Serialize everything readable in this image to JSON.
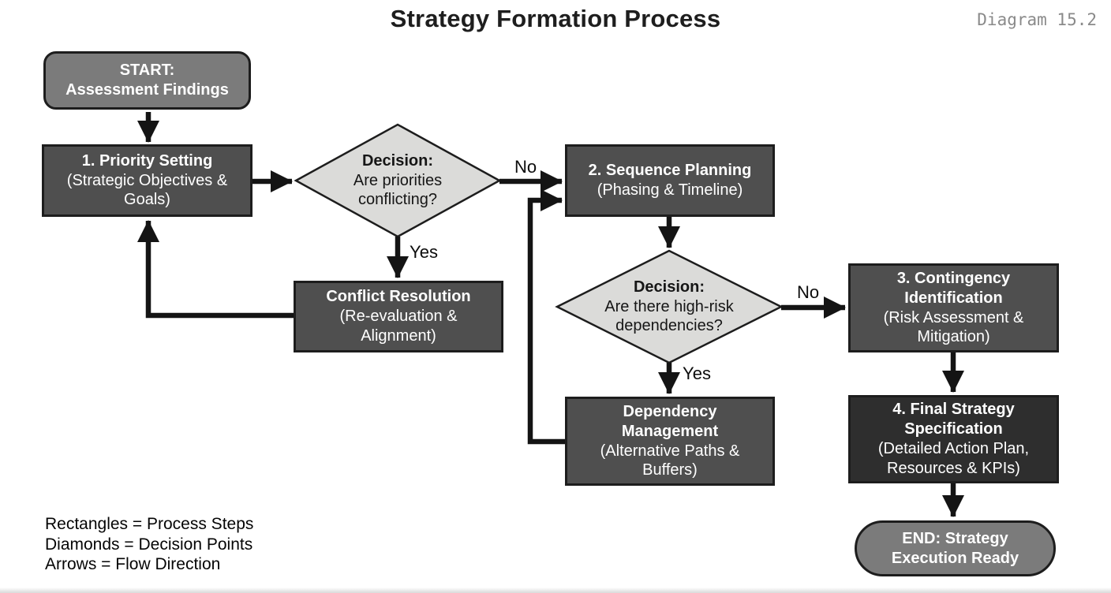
{
  "header": {
    "title": "Strategy Formation Process",
    "diagram_label": "Diagram 15.2"
  },
  "colors": {
    "background": "#ffffff",
    "process_fill": "#4f4f4f",
    "terminal_fill": "#7b7b7b",
    "final_step_fill": "#2e2e2e",
    "decision_fill": "#dbdbd9",
    "border": "#1d1d1d",
    "arrow": "#141414",
    "text_on_dark": "#ffffff",
    "text_on_light": "#161616",
    "diagram_label_color": "#8a8a8a"
  },
  "nodes": {
    "start": {
      "type": "terminal",
      "title_lines": [
        "START:",
        "Assessment Findings"
      ]
    },
    "priority": {
      "type": "process",
      "title_lines": [
        "1. Priority Setting"
      ],
      "detail_lines": [
        "(Strategic Objectives &",
        "Goals)"
      ]
    },
    "decision1": {
      "type": "decision",
      "title_lines": [
        "Decision:"
      ],
      "detail_lines": [
        "Are priorities",
        "conflicting?"
      ]
    },
    "conflict": {
      "type": "process",
      "title_lines": [
        "Conflict Resolution"
      ],
      "detail_lines": [
        "(Re-evaluation &",
        "Alignment)"
      ]
    },
    "sequence": {
      "type": "process",
      "title_lines": [
        "2. Sequence Planning"
      ],
      "detail_lines": [
        "(Phasing & Timeline)"
      ]
    },
    "decision2": {
      "type": "decision",
      "title_lines": [
        "Decision:"
      ],
      "detail_lines": [
        "Are there high-risk",
        "dependencies?"
      ]
    },
    "contingency": {
      "type": "process",
      "title_lines": [
        "3. Contingency",
        "Identification"
      ],
      "detail_lines": [
        "(Risk Assessment &",
        "Mitigation)"
      ]
    },
    "dependency": {
      "type": "process",
      "title_lines": [
        "Dependency",
        "Management"
      ],
      "detail_lines": [
        "(Alternative Paths &",
        "Buffers)"
      ]
    },
    "final": {
      "type": "process-dark",
      "title_lines": [
        "4. Final Strategy",
        "Specification"
      ],
      "detail_lines": [
        "(Detailed Action Plan,",
        "Resources & KPIs)"
      ]
    },
    "end": {
      "type": "terminal",
      "title_lines": [
        "END: Strategy",
        "Execution Ready"
      ]
    }
  },
  "edges": [
    {
      "from": "start",
      "to": "priority",
      "label": ""
    },
    {
      "from": "priority",
      "to": "decision1",
      "label": ""
    },
    {
      "from": "decision1",
      "to": "sequence",
      "label": "No"
    },
    {
      "from": "decision1",
      "to": "conflict",
      "label": "Yes"
    },
    {
      "from": "conflict",
      "to": "priority",
      "label": ""
    },
    {
      "from": "sequence",
      "to": "decision2",
      "label": ""
    },
    {
      "from": "decision2",
      "to": "contingency",
      "label": "No"
    },
    {
      "from": "decision2",
      "to": "dependency",
      "label": "Yes"
    },
    {
      "from": "dependency",
      "to": "sequence",
      "label": ""
    },
    {
      "from": "contingency",
      "to": "final",
      "label": ""
    },
    {
      "from": "final",
      "to": "end",
      "label": ""
    }
  ],
  "legend": {
    "items": [
      "Rectangles = Process Steps",
      "Diamonds = Decision Points",
      "Arrows = Flow Direction"
    ]
  }
}
